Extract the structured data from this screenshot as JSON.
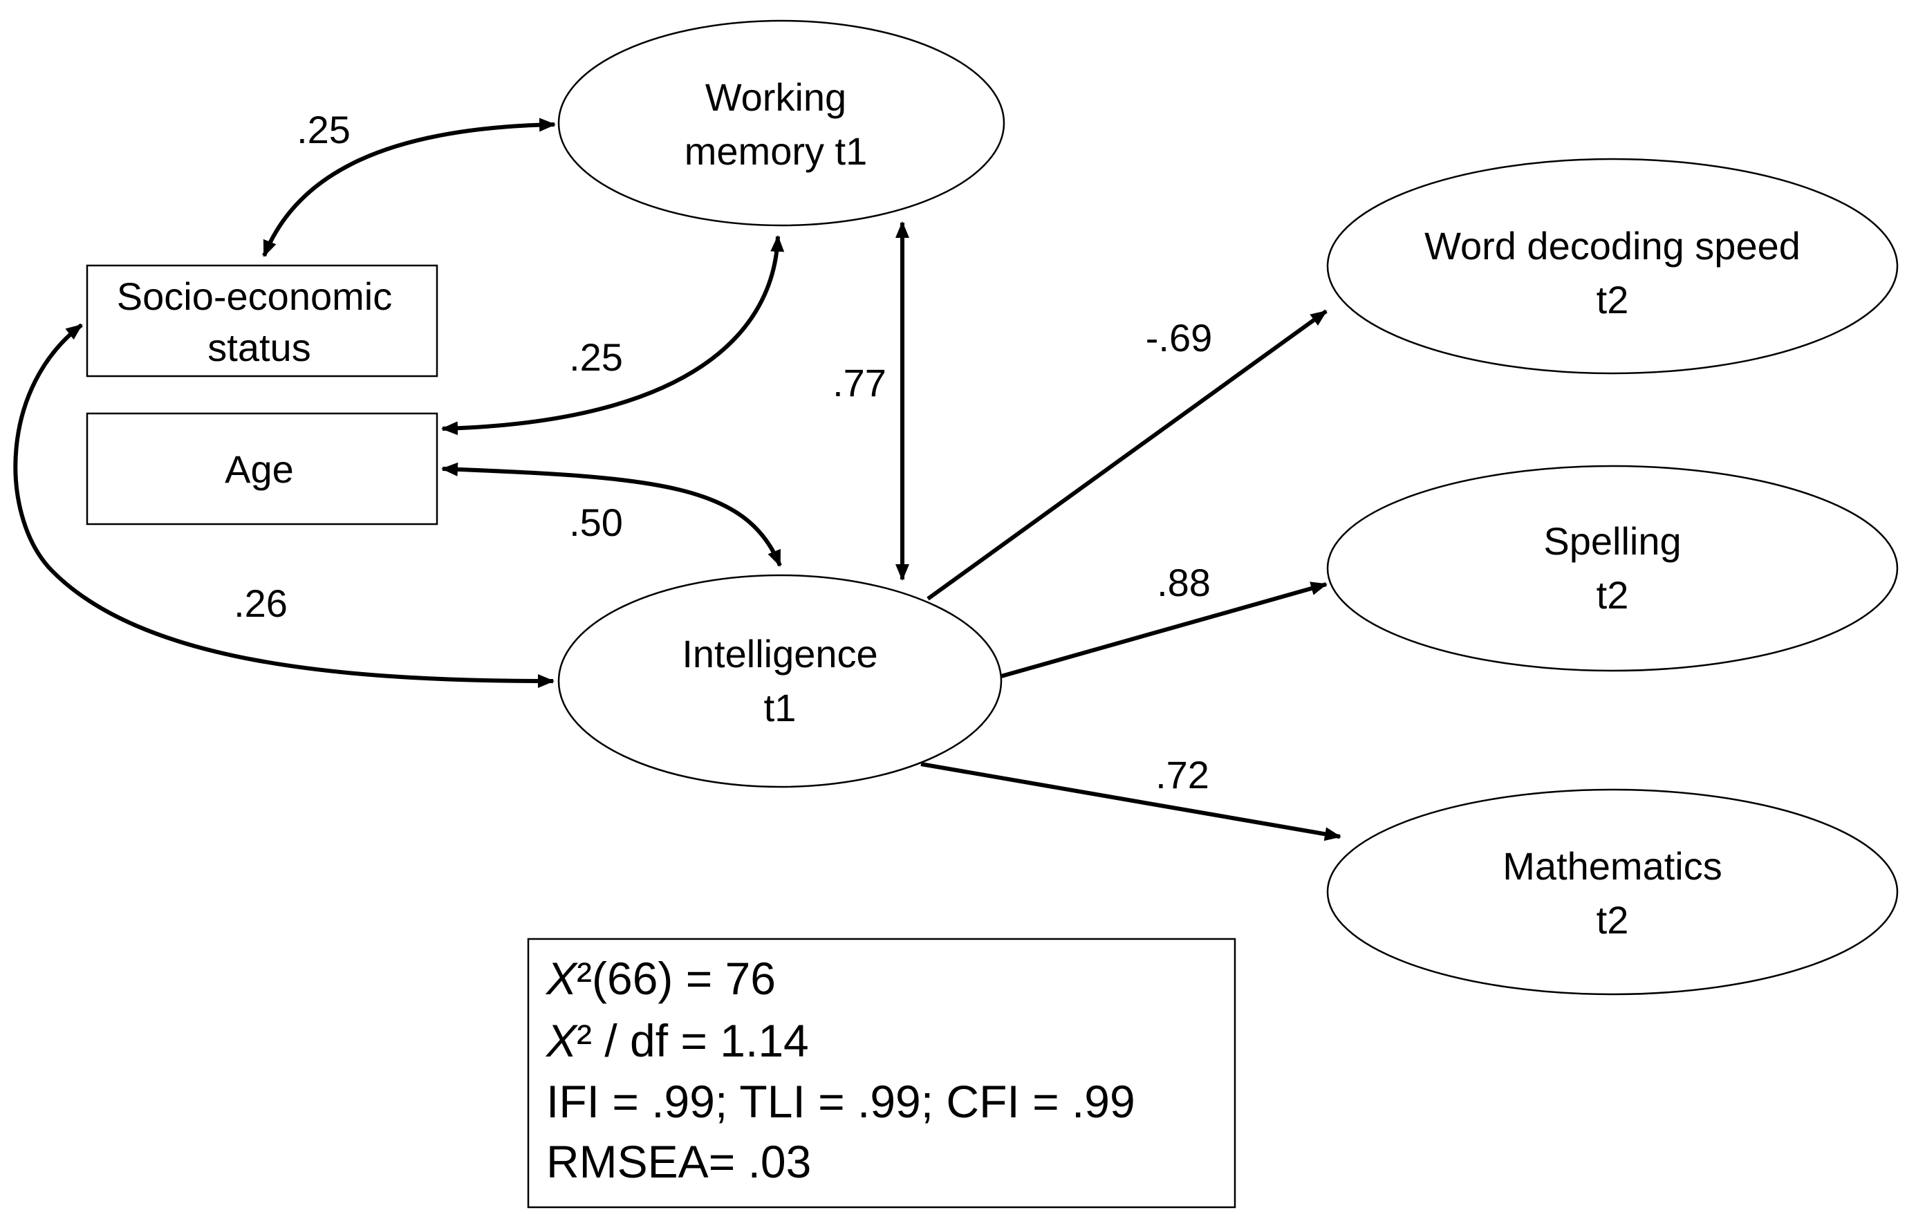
{
  "nodes": {
    "working_memory": {
      "line1": "Working",
      "line2": "memory  t1"
    },
    "ses": {
      "line1": "Socio-economic",
      "line2": "status"
    },
    "age": {
      "line1": "Age"
    },
    "intelligence": {
      "line1": "Intelligence",
      "line2": "t1"
    },
    "word_decoding": {
      "line1": "Word decoding speed",
      "line2": "t2"
    },
    "spelling": {
      "line1": "Spelling",
      "line2": "t2"
    },
    "mathematics": {
      "line1": "Mathematics",
      "line2": "t2"
    }
  },
  "coefficients": {
    "ses_wm": ".25",
    "age_wm": ".25",
    "wm_intelligence": ".77",
    "age_intelligence": ".50",
    "ses_intelligence": ".26",
    "intelligence_word_decoding": "-.69",
    "intelligence_spelling": ".88",
    "intelligence_mathematics": ".72"
  },
  "fit_stats": {
    "chi_symbol": "X",
    "chi_square_rest": "²(66) = 76",
    "chi_df_rest": "² / df = 1.14",
    "fit_indices": "IFI = .99; TLI = .99; CFI = .99",
    "rmsea": "RMSEA=  .03"
  }
}
